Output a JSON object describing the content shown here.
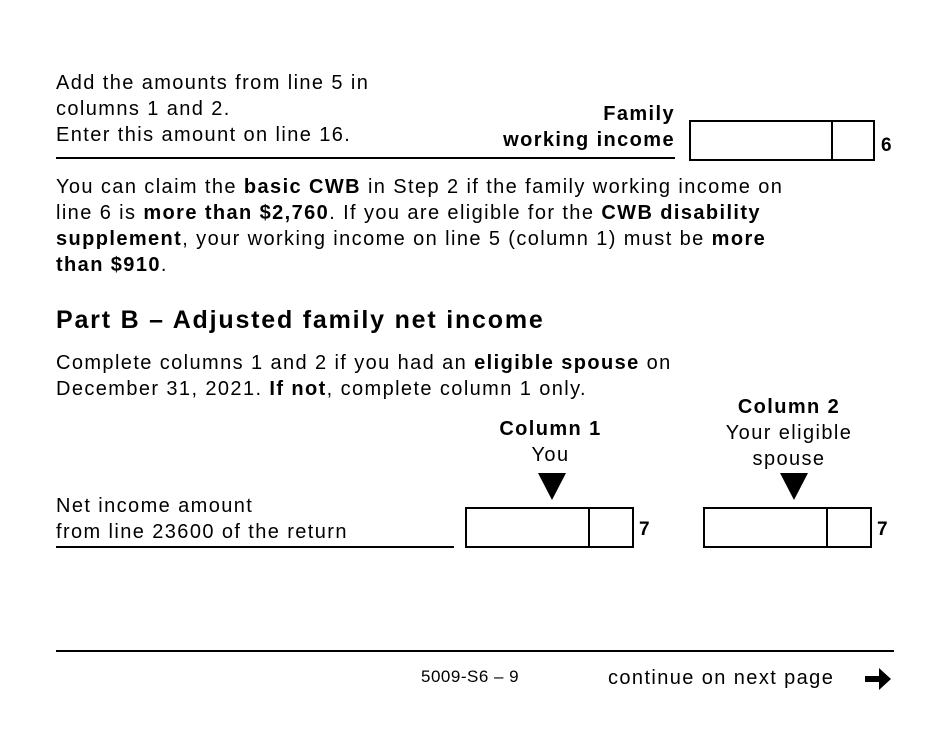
{
  "partA": {
    "instruction_line1": "Add the amounts from line 5 in",
    "instruction_line2": "columns 1 and 2.",
    "instruction_line3": "Enter this amount on line 16.",
    "field_label_line1": "Family",
    "field_label_line2": "working income",
    "line_number": "6",
    "field_value": ""
  },
  "note": {
    "t1": "You can claim the ",
    "b1": "basic CWB",
    "t2": " in Step 2 if the family working income on",
    "t3": "line 6 is ",
    "b2": "more than $2,760",
    "t4": ". If you are eligible for the ",
    "b3": "CWB disability",
    "b4": "supplement",
    "t5": ", your working income on line 5 (column 1) must be ",
    "b5": "more",
    "b6": "than $910",
    "t6": "."
  },
  "partB": {
    "heading": "Part B – Adjusted family net income",
    "intro_t1": "Complete columns 1 and 2 if you had an ",
    "intro_b1": "eligible spouse",
    "intro_t2": " on",
    "intro_t3": "December 31, 2021. ",
    "intro_b2": "If not",
    "intro_t4": ", complete column 1 only.",
    "col1_title": "Column 1",
    "col1_sub": "You",
    "col2_title": "Column 2",
    "col2_sub_line1": "Your eligible",
    "col2_sub_line2": "spouse",
    "row_label_line1": "Net income amount",
    "row_label_line2": "from line 23600 of the return",
    "line_number": "7",
    "col1_value": "",
    "col2_value": ""
  },
  "footer": {
    "form_id": "5009-S6 – 9",
    "continue_text": "continue on next page"
  }
}
